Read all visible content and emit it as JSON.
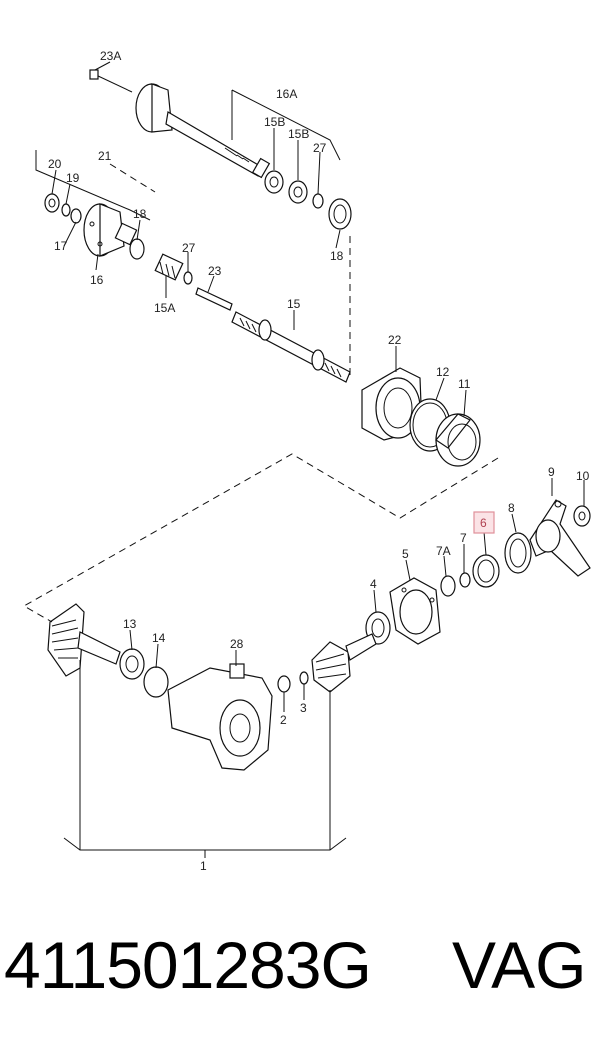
{
  "labels": {
    "l23a": "23A",
    "l16a": "16A",
    "l15b_1": "15B",
    "l15b_2": "15B",
    "l27_top": "27",
    "l20": "20",
    "l19": "19",
    "l21": "21",
    "l18_top": "18",
    "l17": "17",
    "l16": "16",
    "l27_mid": "27",
    "l23": "23",
    "l15a": "15A",
    "l18_right": "18",
    "l15": "15",
    "l22": "22",
    "l12": "12",
    "l11": "11",
    "l9": "9",
    "l10": "10",
    "l8": "8",
    "l6": "6",
    "l7": "7",
    "l7a": "7A",
    "l5": "5",
    "l4": "4",
    "l13": "13",
    "l14": "14",
    "l28": "28",
    "l2": "2",
    "l3": "3",
    "l1": "1"
  },
  "highlighted_part": "6",
  "footer": {
    "part_number": "411501283G",
    "brand": "VAG"
  }
}
